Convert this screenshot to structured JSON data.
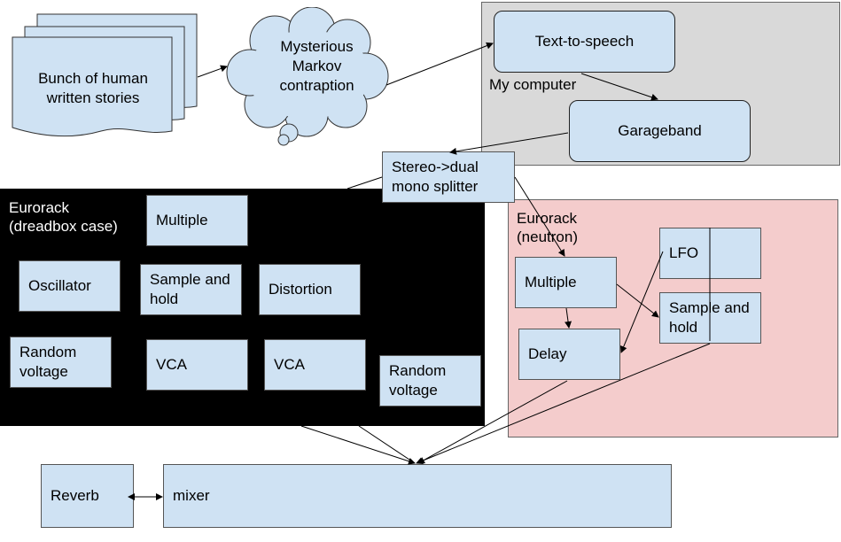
{
  "colors": {
    "module_fill": "#cfe2f3",
    "computer_bg": "#d9d9d9",
    "neutron_bg": "#f4cccc",
    "dreadbox_bg": "#000000",
    "line": "#000000"
  },
  "stories": {
    "label": "Bunch of human written stories",
    "shape": "multiple-documents"
  },
  "markov": {
    "label": "Mysterious Markov contraption",
    "shape": "thought-cloud"
  },
  "computer": {
    "title": "My computer",
    "tts": "Text-to-speech",
    "garageband": "Garageband"
  },
  "splitter": {
    "label": "Stereo->dual mono splitter"
  },
  "dreadbox": {
    "title_line1": "Eurorack",
    "title_line2": "(dreadbox case)",
    "modules": {
      "multiple": "Multiple",
      "oscillator": "Oscillator",
      "sample_hold": "Sample and hold",
      "distortion": "Distortion",
      "random_voltage_1": "Random voltage",
      "vca_1": "VCA",
      "vca_2": "VCA",
      "random_voltage_2": "Random voltage"
    }
  },
  "neutron": {
    "title_line1": "Eurorack",
    "title_line2": "(neutron)",
    "modules": {
      "multiple": "Multiple",
      "lfo": "LFO",
      "delay": "Delay",
      "sample_hold": "Sample and hold"
    }
  },
  "reverb": {
    "label": "Reverb"
  },
  "mixer": {
    "label": "mixer"
  }
}
